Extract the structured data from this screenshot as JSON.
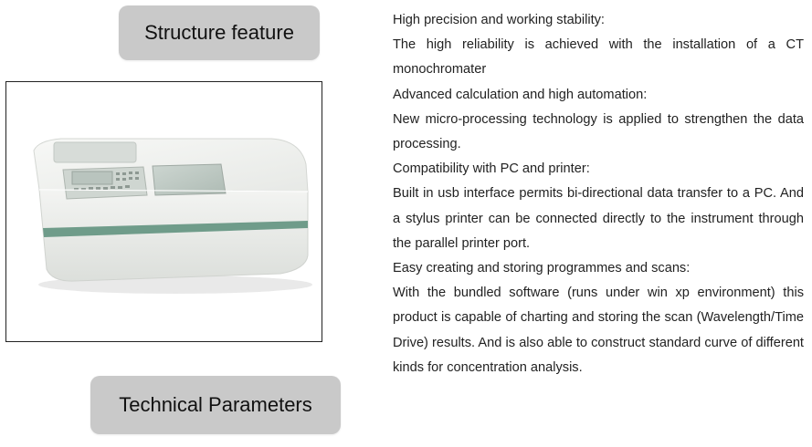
{
  "headings": {
    "structure": "Structure feature",
    "technical": "Technical Parameters"
  },
  "features": [
    {
      "title": "High precision and working stability:",
      "body": "The high reliability is achieved with the installation of a CT monochromater"
    },
    {
      "title": "Advanced calculation and high automation:",
      "body": "New micro-processing technology is applied to strengthen the data processing."
    },
    {
      "title": "Compatibility with PC and printer:",
      "body": "Built in usb interface permits bi-directional data transfer to a PC. And a stylus printer can be connected directly to the instrument through the parallel printer port."
    },
    {
      "title": "Easy creating and storing programmes and scans:",
      "body": "With the bundled software (runs under win xp environment) this product is capable of charting and storing the scan (Wavelength/Time Drive) results.  And is also able to construct standard curve of different kinds for concentration analysis."
    }
  ],
  "colors": {
    "pill_bg": "#c9c9c9",
    "device_body": "#f2f3f1",
    "device_stripe": "#6f9c8a",
    "device_screen": "#bfcac4"
  }
}
